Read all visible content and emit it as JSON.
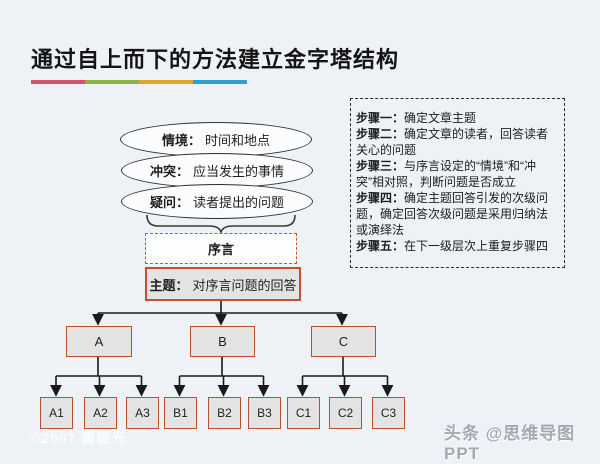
{
  "title": "通过自上而下的方法建立金字塔结构",
  "underline_colors": [
    "#d2536e",
    "#8ab33f",
    "#e2a42c",
    "#2d9fd6"
  ],
  "colors": {
    "background": "#eef1f5",
    "box_border": "#b5512b",
    "box_fill": "#e3e3e3",
    "dashed_border": "#c05a2b"
  },
  "ellipses": [
    {
      "label": "情境：",
      "text": "时间和地点"
    },
    {
      "label": "冲突：",
      "text": "应当发生的事情"
    },
    {
      "label": "疑问：",
      "text": "读者提出的问题"
    }
  ],
  "preface": {
    "label": "序言"
  },
  "theme": {
    "label": "主题：",
    "text": "对序言问题的回答"
  },
  "level1": [
    "A",
    "B",
    "C"
  ],
  "level2": [
    "A1",
    "A2",
    "A3",
    "B1",
    "B2",
    "B3",
    "C1",
    "C2",
    "C3"
  ],
  "panel": {
    "steps": [
      {
        "label": "步骤一：",
        "text": "确定文章主题"
      },
      {
        "label": "步骤二：",
        "text": "确定文章的读者，回答读者关心的问题"
      },
      {
        "label": "步骤三：",
        "text": "与序言设定的“情境”和“冲突”相对照，判断问题是否成立"
      },
      {
        "label": "步骤四：",
        "text": "确定主题回答引发的次级问题，确定回答次级问题是采用归纳法或演绎法"
      },
      {
        "label": "步骤五：",
        "text": "在下一级层次上重复步骤四"
      }
    ]
  },
  "watermark_left": "©2007 雷极光",
  "watermark_right": "头条 @思维导图PPT"
}
